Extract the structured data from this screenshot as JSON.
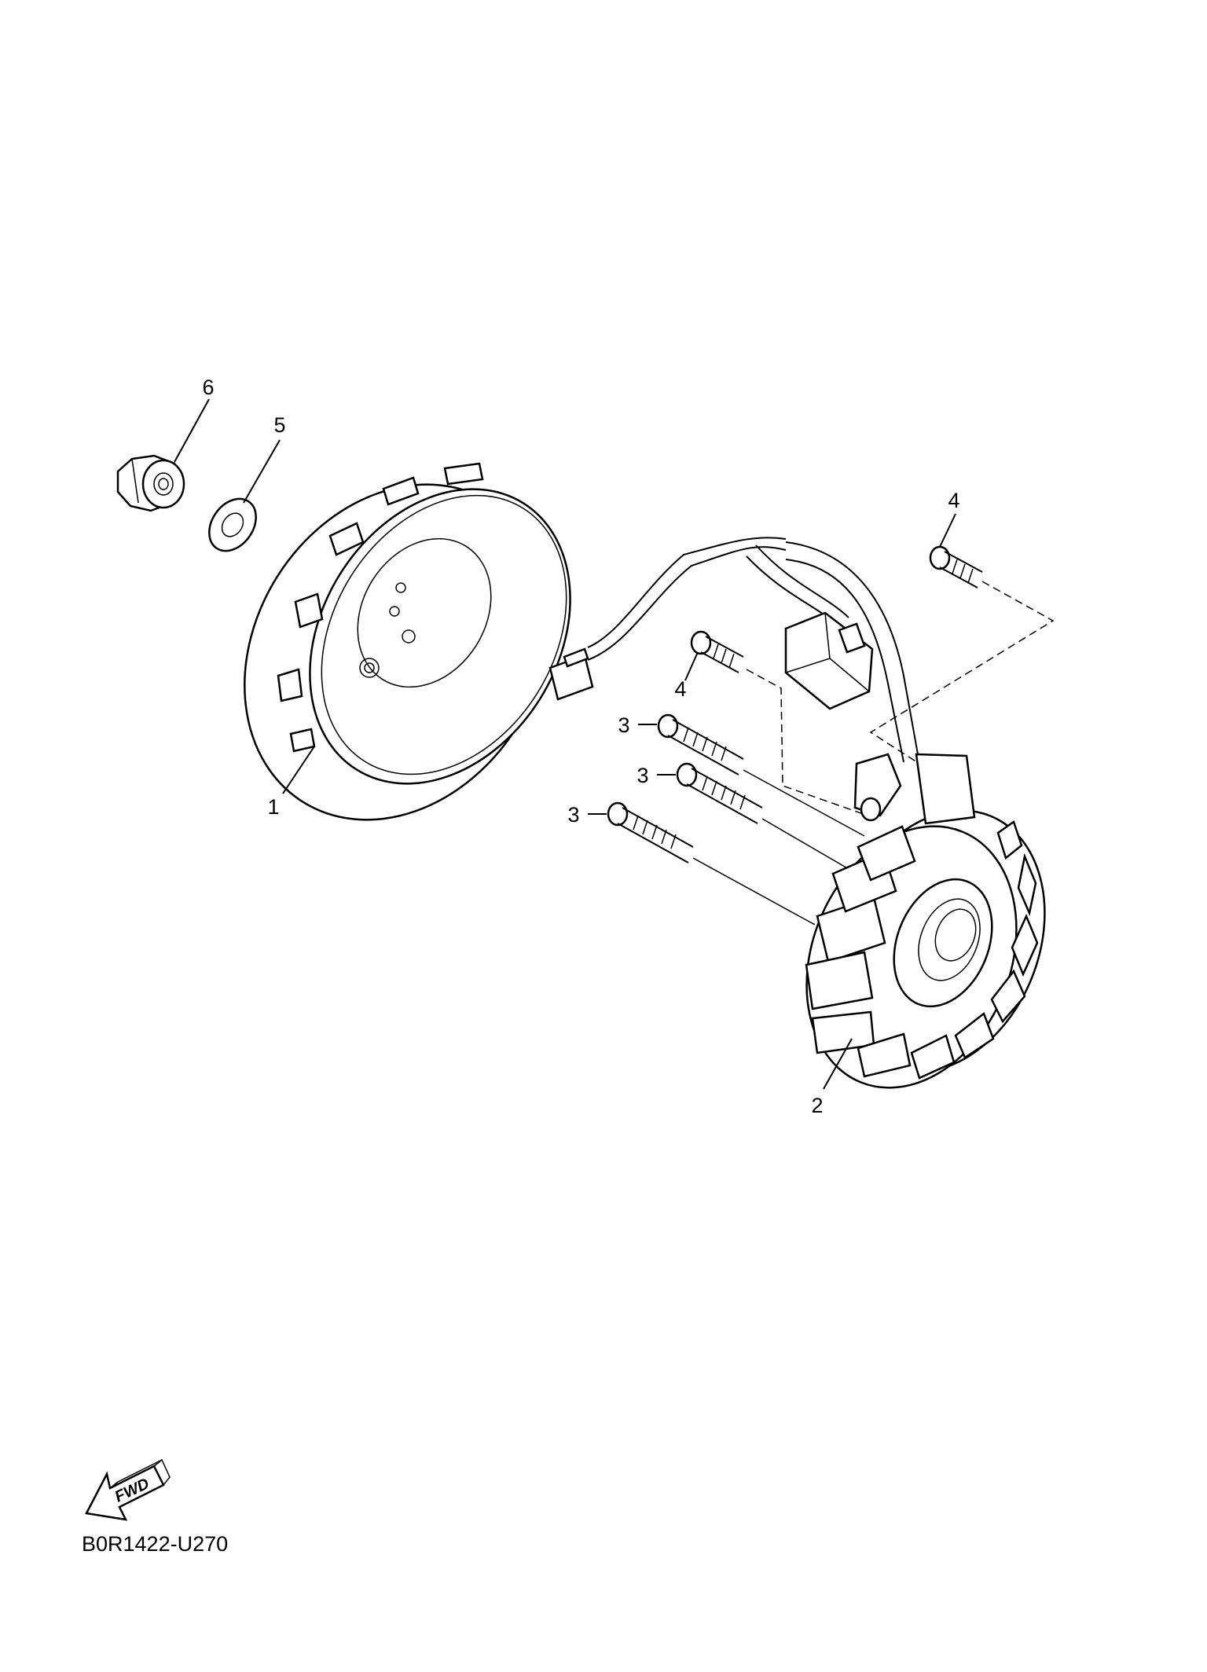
{
  "callouts": [
    "1",
    "2",
    "3",
    "3",
    "3",
    "4",
    "4",
    "5",
    "6"
  ],
  "fwd_label": "FWD",
  "diagram_code": "B0R1422-U270"
}
